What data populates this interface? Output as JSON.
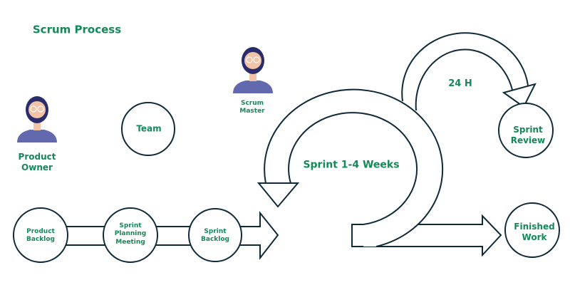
{
  "title": "Scrum Process",
  "colors": {
    "text": "#15885a",
    "stroke": "#0f2a38",
    "shirt": "#6269ae",
    "hair": "#2a2d6b",
    "skin": "#f3c3a8"
  },
  "roles": {
    "product_owner": "Product\nOwner",
    "scrum_master": "Scrum\nMaster",
    "team": "Team"
  },
  "flow": {
    "product_backlog": "Product\nBacklog",
    "sprint_planning": "Sprint\nPlanning\nMeeting",
    "sprint_backlog": "Sprint\nBacklog",
    "sprint_duration": "Sprint 1-4 Weeks",
    "daily": "24 H",
    "sprint_review": "Sprint\nReview",
    "finished_work": "Finished\nWork"
  }
}
